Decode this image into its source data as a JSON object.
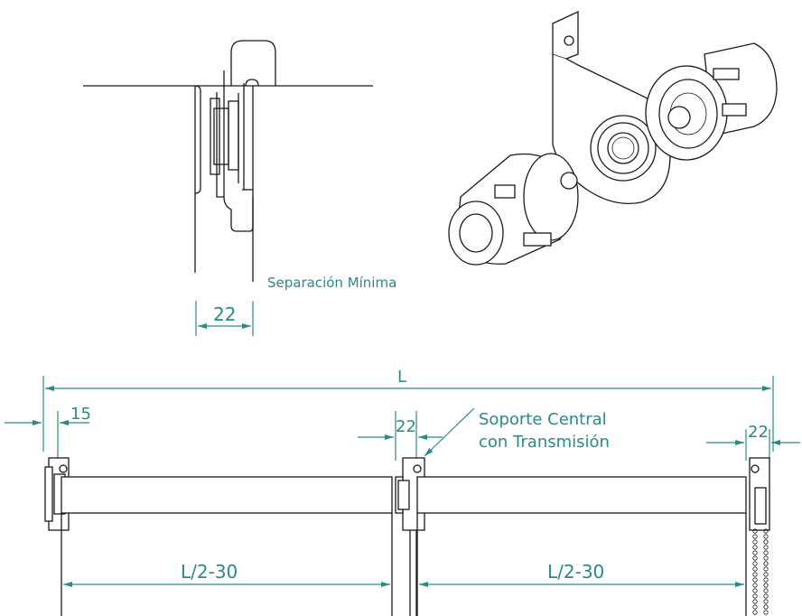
{
  "detail": {
    "label_min_gap": "Separación Mínima",
    "dim_gap": "22"
  },
  "assembly": {
    "dim_total": "L",
    "dim_left_offset": "15",
    "dim_center_gap": "22",
    "dim_right_gap": "22",
    "center_support_line1": "Soporte Central",
    "center_support_line2": "con Transmisión",
    "dim_left_tube": "L/2-30",
    "dim_right_tube": "L/2-30"
  },
  "colors": {
    "dimension": "#2a8a86",
    "outline": "#1a1a1a"
  }
}
